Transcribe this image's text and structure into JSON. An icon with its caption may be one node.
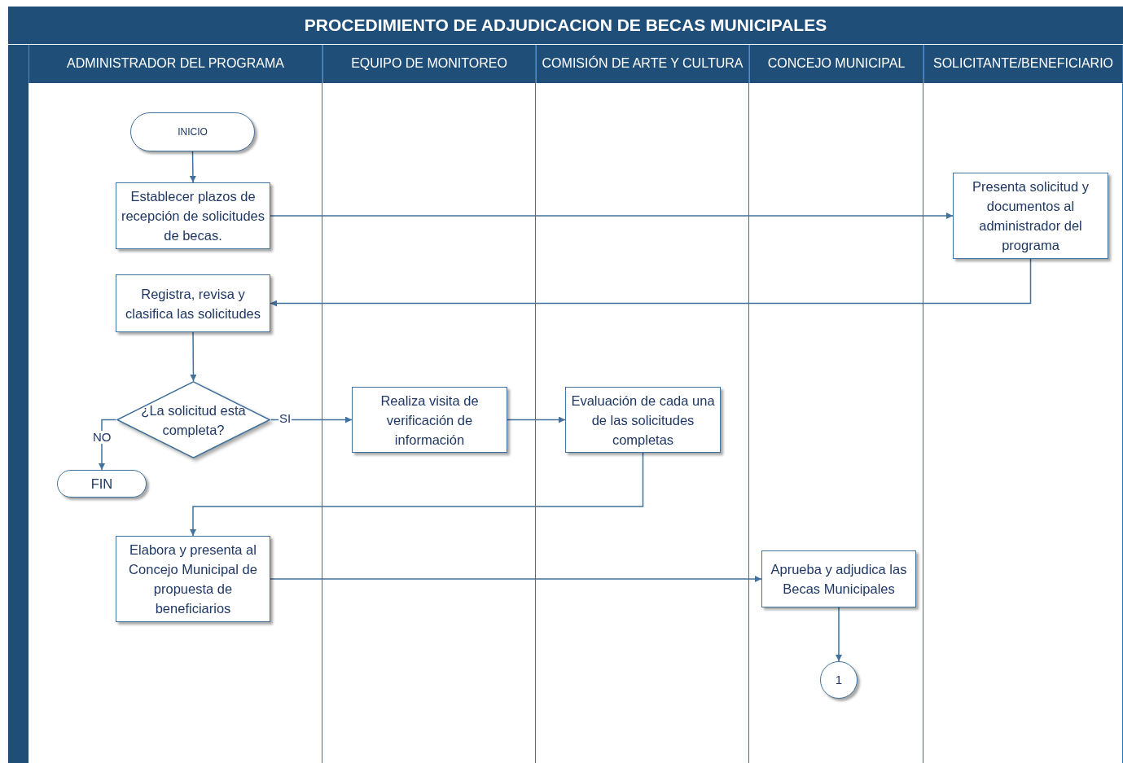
{
  "diagram": {
    "title": "PROCEDIMIENTO DE ADJUDICACION DE BECAS MUNICIPALES",
    "nodes": [
      {
        "text": [
          "ADMINISTRADOR DEL PROGRAMA"
        ]
      },
      {
        "text": [
          "EQUIPO DE MONITOREO"
        ]
      },
      {
        "text": [
          "COMISIÓN DE ARTE Y CULTURA"
        ]
      },
      {
        "text": [
          "CONCEJO MUNICIPAL"
        ]
      },
      {
        "text": [
          "SOLICITANTE/BENEFICIARIO"
        ]
      },
      {
        "text": [
          "INICIO"
        ],
        "in": 0
      },
      {
        "text": [
          "Establecer plazos de recepción de solicitudes de becas."
        ],
        "in": 0
      },
      {
        "text": [
          "Presenta solicitud y documentos al administrador del programa"
        ],
        "in": 4
      },
      {
        "text": [
          "Registra, revisa y clasifica las solicitudes"
        ],
        "in": 0
      },
      {
        "text": [
          "¿La solicitud esta completa?"
        ],
        "in": 0
      },
      {
        "text": [
          "FIN"
        ],
        "in": 0
      },
      {
        "text": [
          "Realiza visita de verificación de información"
        ],
        "in": 1
      },
      {
        "text": [
          "Evaluación de cada una de las solicitudes completas"
        ],
        "in": 2
      },
      {
        "text": [
          "Elabora y presenta al Concejo Municipal de propuesta de beneficiarios"
        ],
        "in": 0
      },
      {
        "text": [
          "Aprueba y adjudica las Becas Municipales"
        ],
        "in": 3
      },
      {
        "text": [
          "1"
        ],
        "in": 3
      }
    ],
    "edges": [
      {
        "from": 5,
        "to": 6,
        "arrow": "to"
      },
      {
        "from": 6,
        "to": 7,
        "arrow": "to"
      },
      {
        "from": 7,
        "to": 8,
        "arrow": "to"
      },
      {
        "from": 8,
        "to": 9,
        "arrow": "to"
      },
      {
        "from": 9,
        "to": 10,
        "arrow": "to",
        "label": "NO"
      },
      {
        "from": 9,
        "to": 11,
        "arrow": "to",
        "label": "SI"
      },
      {
        "from": 11,
        "to": 12,
        "arrow": "to"
      },
      {
        "from": 12,
        "to": 13,
        "arrow": "to"
      },
      {
        "from": 13,
        "to": 14,
        "arrow": "to"
      },
      {
        "from": 14,
        "to": 15,
        "arrow": "to"
      }
    ]
  }
}
